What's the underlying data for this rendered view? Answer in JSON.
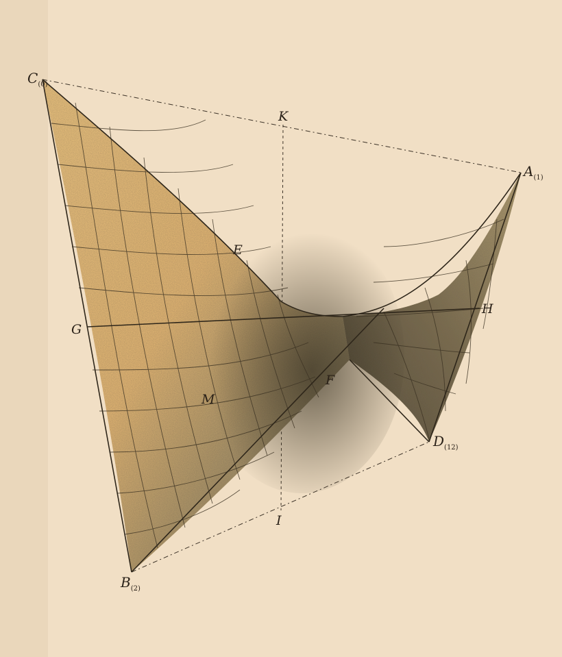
{
  "plate": {
    "paper_color": "#f1dfc5",
    "surface_light": "#ecc27c",
    "surface_dark": "#5f543c",
    "ink_color": "#2a2118"
  },
  "labels": {
    "C": {
      "letter": "C",
      "sub": "(0)"
    },
    "K": {
      "letter": "K",
      "sub": ""
    },
    "A": {
      "letter": "A",
      "sub": "(1)"
    },
    "E": {
      "letter": "E",
      "sub": ""
    },
    "H": {
      "letter": "H",
      "sub": ""
    },
    "G": {
      "letter": "G",
      "sub": ""
    },
    "F": {
      "letter": "F",
      "sub": ""
    },
    "M": {
      "letter": "M",
      "sub": ""
    },
    "D": {
      "letter": "D",
      "sub": "(12)"
    },
    "I": {
      "letter": "I",
      "sub": ""
    },
    "B": {
      "letter": "B",
      "sub": "(2)"
    }
  }
}
